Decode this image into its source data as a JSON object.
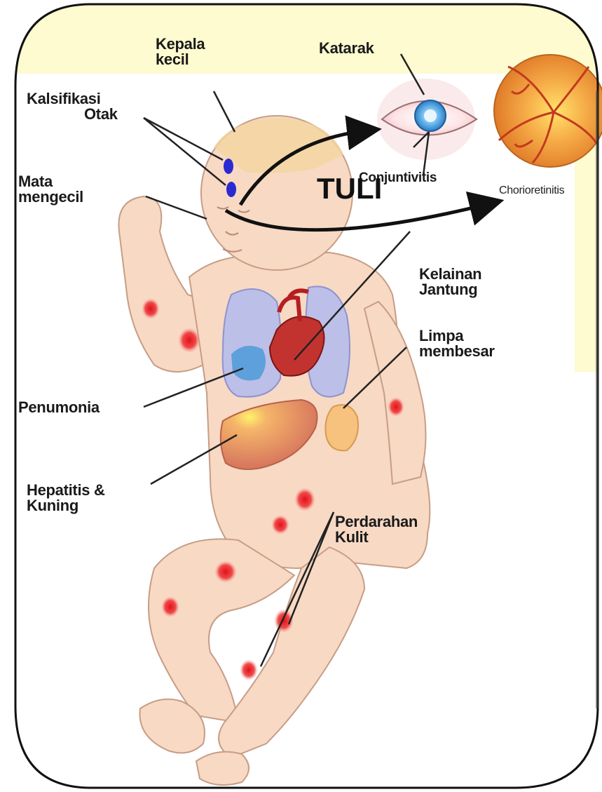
{
  "labels": {
    "kepala_kecil": [
      "Kepala",
      "kecil"
    ],
    "katarak": "Katarak",
    "kalsifikasi_otak": [
      "Kalsifikasi",
      "Otak"
    ],
    "mata_mengecil": [
      "Mata",
      "mengecil"
    ],
    "conjuntivitis": "Conjuntivitis",
    "chorioretinitis": "Chorioretinitis",
    "tuli": "TULI",
    "kelainan_jantung": [
      "Kelainan",
      "Jantung"
    ],
    "limpa_membesar": [
      "Limpa",
      "membesar"
    ],
    "penumonia": "Penumonia",
    "hepatitis_kuning": [
      "Hepatitis &",
      "Kuning"
    ],
    "perdarahan_kulit": [
      "Perdarahan",
      "Kulit"
    ]
  },
  "colors": {
    "background_band": "#fdfbcf",
    "skin": "#f7d9c4",
    "skin_outline": "#caa08a",
    "lungs": "#b7bde8",
    "heart": "#c0322e",
    "liver": "#e08a6a",
    "spleen": "#f6c27e",
    "petechiae": "#e0121b",
    "calcification": "#2a2ad0",
    "retina": "#f0a040"
  }
}
